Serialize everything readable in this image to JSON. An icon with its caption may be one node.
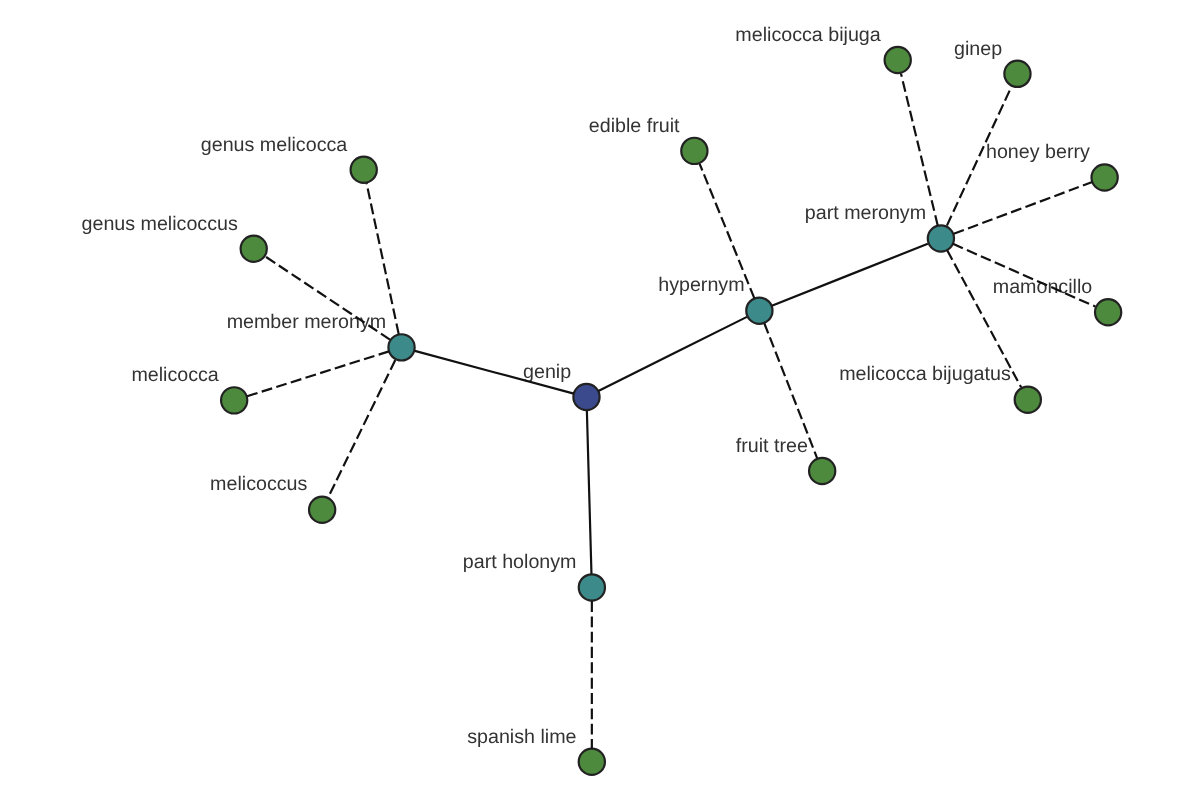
{
  "diagram": {
    "nodes": [
      {
        "text": [
          "genip"
        ]
      },
      {
        "text": [
          "spanish lime"
        ]
      },
      {
        "text": [
          "part holonym"
        ]
      },
      {
        "text": [
          "edible fruit"
        ]
      },
      {
        "text": [
          "melicocca bijuga"
        ]
      },
      {
        "text": [
          "hypernym"
        ]
      },
      {
        "text": [
          "melicocca bijugatus"
        ]
      },
      {
        "text": [
          "part meronym"
        ]
      },
      {
        "text": [
          "mamoncillo"
        ]
      },
      {
        "text": [
          "fruit tree"
        ]
      },
      {
        "text": [
          "melicocca"
        ]
      },
      {
        "text": [
          "member meronym"
        ]
      },
      {
        "text": [
          "honey berry"
        ]
      },
      {
        "text": [
          "ginep"
        ]
      },
      {
        "text": [
          "genus melicoccus"
        ]
      },
      {
        "text": [
          "genus melicocca"
        ]
      },
      {
        "text": [
          "melicoccus"
        ]
      }
    ],
    "edges": [
      {
        "from": 0,
        "to": 2,
        "arrow": "none"
      },
      {
        "from": 2,
        "to": 1,
        "arrow": "none",
        "style": "dashed"
      },
      {
        "from": 0,
        "to": 5,
        "arrow": "none"
      },
      {
        "from": 5,
        "to": 3,
        "arrow": "none",
        "style": "dashed"
      },
      {
        "from": 5,
        "to": 9,
        "arrow": "none",
        "style": "dashed"
      },
      {
        "from": 5,
        "to": 7,
        "arrow": "none"
      },
      {
        "from": 7,
        "to": 4,
        "arrow": "none",
        "style": "dashed"
      },
      {
        "from": 7,
        "to": 6,
        "arrow": "none",
        "style": "dashed"
      },
      {
        "from": 7,
        "to": 8,
        "arrow": "none",
        "style": "dashed"
      },
      {
        "from": 7,
        "to": 12,
        "arrow": "none",
        "style": "dashed"
      },
      {
        "from": 7,
        "to": 13,
        "arrow": "none",
        "style": "dashed"
      },
      {
        "from": 0,
        "to": 11,
        "arrow": "none"
      },
      {
        "from": 11,
        "to": 10,
        "arrow": "none",
        "style": "dashed"
      },
      {
        "from": 11,
        "to": 14,
        "arrow": "none",
        "style": "dashed"
      },
      {
        "from": 11,
        "to": 15,
        "arrow": "none",
        "style": "dashed"
      },
      {
        "from": 11,
        "to": 16,
        "arrow": "none",
        "style": "dashed"
      }
    ]
  }
}
